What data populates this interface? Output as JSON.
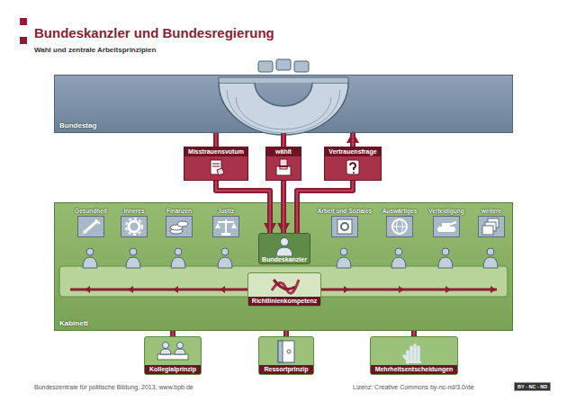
{
  "diagram": {
    "title": "Bundeskanzler und Bundesregierung",
    "nodes": [
      {
        "text": [
          "Bundestag"
        ]
      },
      {
        "text": [
          "Misstrauensvotum"
        ]
      },
      {
        "text": [
          "wählt"
        ]
      },
      {
        "text": [
          "Vertrauensfrage"
        ]
      },
      {
        "text": [
          "Kabinett"
        ]
      },
      {
        "text": [
          "Gesundheit"
        ],
        "in": 4
      },
      {
        "text": [
          "Inneres"
        ],
        "in": 4
      },
      {
        "text": [
          "Finanzen"
        ],
        "in": 4
      },
      {
        "text": [
          "Justiz"
        ],
        "in": 4
      },
      {
        "text": [
          "Bundeskanzler"
        ],
        "in": 4
      },
      {
        "text": [
          "Arbeit und Soziales"
        ],
        "in": 4
      },
      {
        "text": [
          "Auswärtiges"
        ],
        "in": 4
      },
      {
        "text": [
          "Verteidigung"
        ],
        "in": 4
      },
      {
        "text": [
          "weitere"
        ],
        "in": 4
      },
      {
        "text": [
          "Richtlinienkompetenz"
        ],
        "in": 4
      },
      {
        "text": [
          "Kollegialprinzip"
        ]
      },
      {
        "text": [
          "Ressortprinzip"
        ]
      },
      {
        "text": [
          "Mehrheitsentscheidungen"
        ]
      }
    ],
    "edges": [
      {
        "from": 0,
        "to": 1,
        "arrow": "none"
      },
      {
        "from": 1,
        "to": 9,
        "arrow": "to"
      },
      {
        "from": 0,
        "to": 2,
        "arrow": "none"
      },
      {
        "from": 2,
        "to": 9,
        "arrow": "to"
      },
      {
        "from": 9,
        "to": 3,
        "arrow": "none"
      },
      {
        "from": 3,
        "to": 0,
        "arrow": "to"
      },
      {
        "from": 4,
        "to": 15,
        "arrow": "none"
      },
      {
        "from": 4,
        "to": 16,
        "arrow": "none"
      },
      {
        "from": 4,
        "to": 17,
        "arrow": "none"
      }
    ],
    "labels": [
      "Wahl und zentrale Arbeitsprinzipien",
      "Bundeszentrale für politische Bildung, 2013, www.bpb.de",
      "Lizenz: Creative Commons by-nc-nd/3.0/de",
      "BY - NC - ND"
    ]
  }
}
